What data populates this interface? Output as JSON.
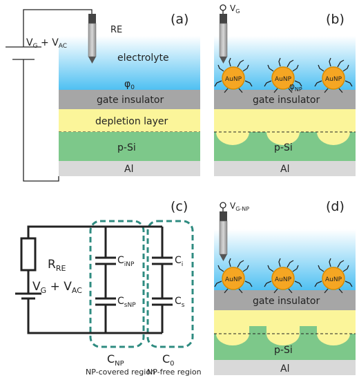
{
  "colors": {
    "electrolyte_top": "#ffffff",
    "electrolyte_bottom": "#4fc0f2",
    "gate_insulator": "#a6a6a6",
    "depletion": "#fbf59a",
    "psi": "#7dc88a",
    "al": "#d9d9d9",
    "np_region_border": "#2e8b80",
    "aunp_fill": "#f5a623",
    "aunp_stroke": "#d98a00"
  },
  "panels": {
    "a": {
      "tag": "(a)",
      "re_label": "RE",
      "electrolyte_label": "electrolyte",
      "phi0_label": "φ",
      "phi0_sub": "0",
      "gate_label": "gate insulator",
      "depletion_label": "depletion layer",
      "psi_label": "p-Si",
      "al_label": "Al",
      "source_main": "V",
      "source_sub1": "G",
      "source_mid": " + V",
      "source_sub2": "AC"
    },
    "b": {
      "tag": "(b)",
      "v_main": "V",
      "v_sub": "G",
      "aunp_label": "AuNP",
      "phinp_main": "φ",
      "phinp_sub": "NP",
      "gate_label": "gate insulator",
      "psi_label": "p-Si",
      "al_label": "Al"
    },
    "c": {
      "tag": "(c)",
      "rre_main": "R",
      "rre_sub": "RE",
      "source_main": "V",
      "source_sub1": "G",
      "source_mid": " + V",
      "source_sub2": "AC",
      "cinp_main": "C",
      "cinp_sub": "iNP",
      "csnp_main": "C",
      "csnp_sub": "sNP",
      "ci_main": "C",
      "ci_sub": "i",
      "cs_main": "C",
      "cs_sub": "s",
      "cnp_main": "C",
      "cnp_sub": "NP",
      "c0_main": "C",
      "c0_sub": "0",
      "np_covered": "NP-covered region",
      "np_free": "NP-free region"
    },
    "d": {
      "tag": "(d)",
      "v_main": "V",
      "v_sub": "G-NP",
      "aunp_label": "AuNP",
      "gate_label": "gate insulator",
      "psi_label": "p-Si",
      "al_label": "Al"
    }
  }
}
